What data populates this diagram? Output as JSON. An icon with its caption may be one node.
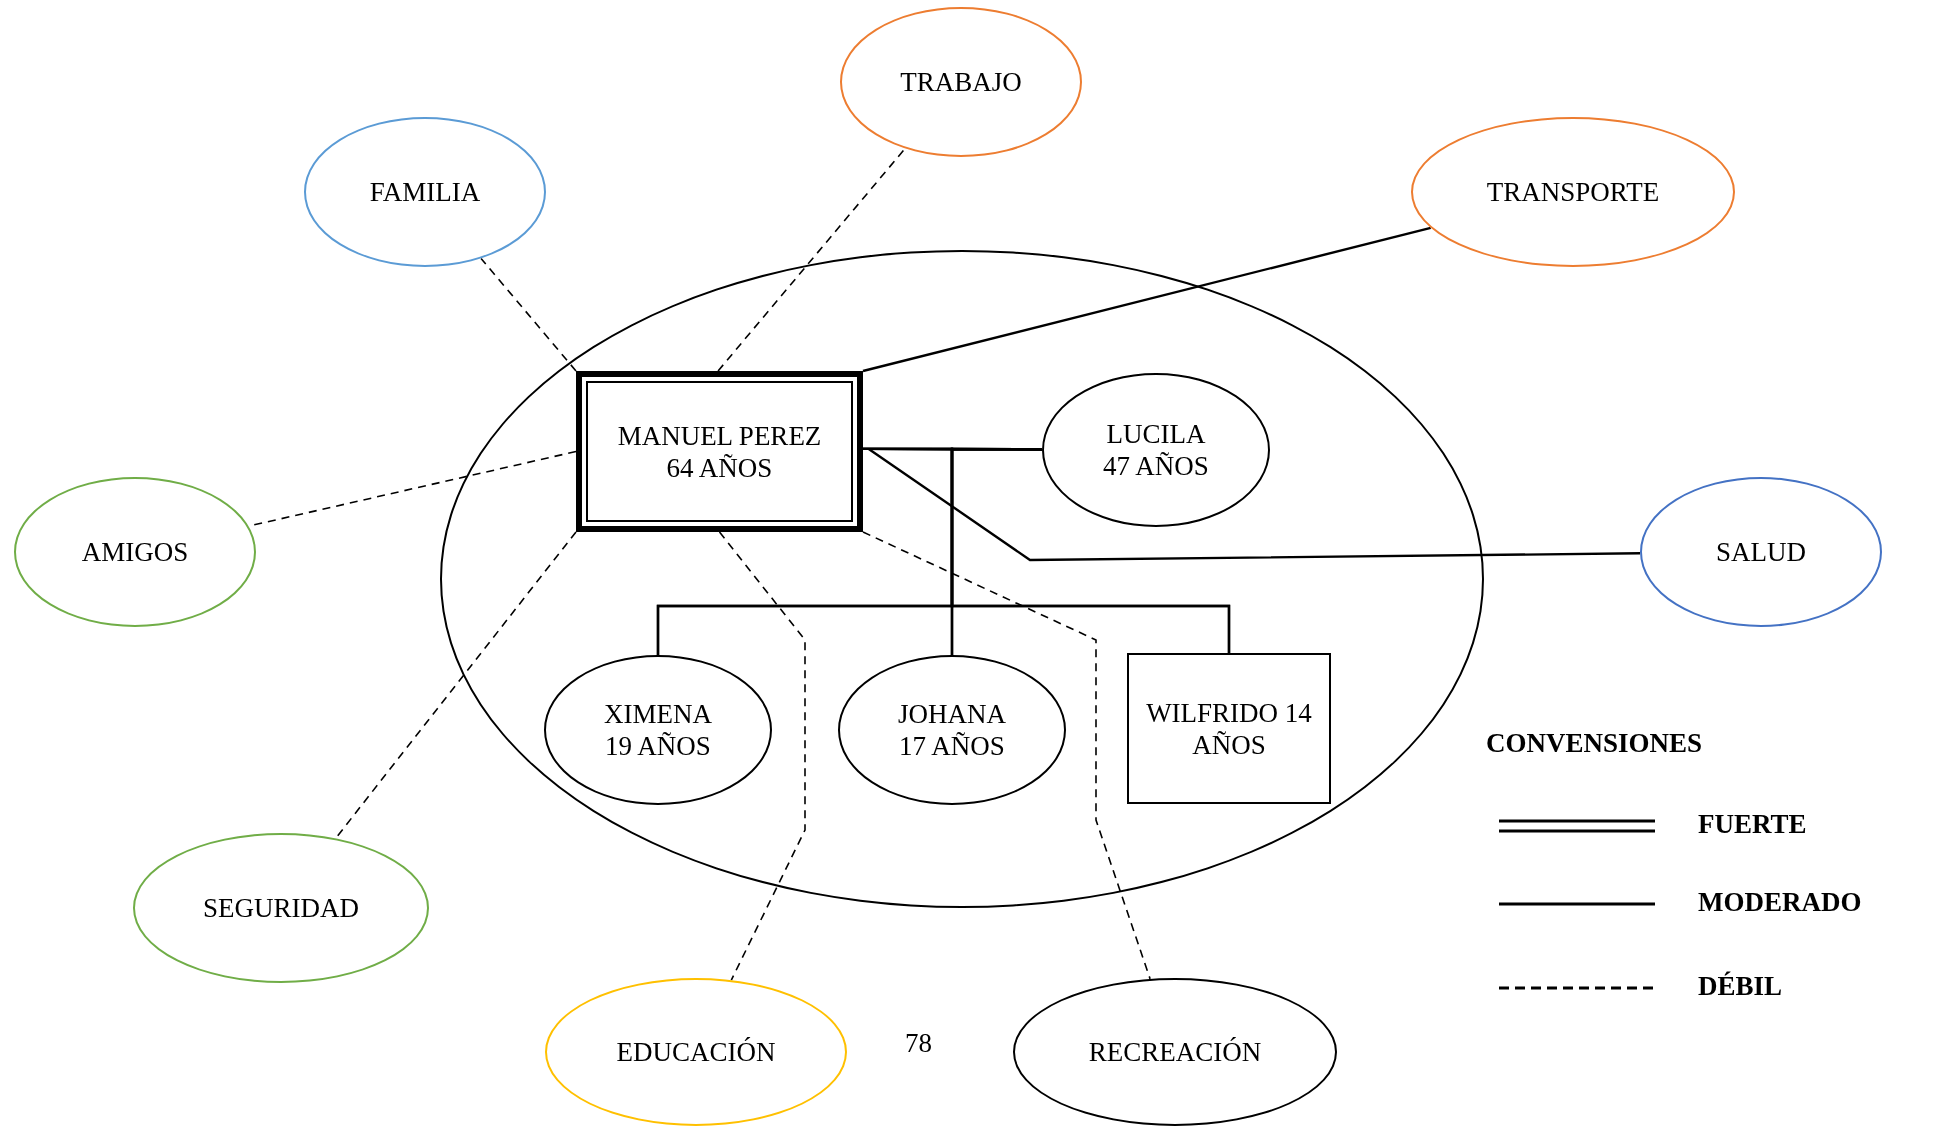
{
  "diagram": {
    "nodes": [
      {
        "text": [],
        "shape": "ellipse"
      },
      {
        "text": [
          "MANUEL PEREZ 64 AÑOS"
        ],
        "in": 0
      },
      {
        "text": [
          "LUCILA 47 AÑOS"
        ],
        "in": 0
      },
      {
        "text": [
          "XIMENA 19 AÑOS"
        ],
        "in": 0
      },
      {
        "text": [
          "JOHANA 17 AÑOS"
        ],
        "in": 0
      },
      {
        "text": [
          "WILFRIDO 14 AÑOS"
        ],
        "in": 0
      },
      {
        "text": [
          "TRABAJO"
        ]
      },
      {
        "text": [
          "FAMILIA"
        ]
      },
      {
        "text": [
          "TRANSPORTE"
        ]
      },
      {
        "text": [
          "AMIGOS"
        ]
      },
      {
        "text": [
          "SALUD"
        ]
      },
      {
        "text": [
          "SEGURIDAD"
        ]
      },
      {
        "text": [
          "EDUCACIÓN"
        ]
      },
      {
        "text": [
          "RECREACIÓN"
        ]
      }
    ],
    "edges": [
      {
        "from": 1,
        "to": 2,
        "arrow": "none"
      },
      {
        "from": 1,
        "to": 3,
        "arrow": "none"
      },
      {
        "from": 1,
        "to": 4,
        "arrow": "none"
      },
      {
        "from": 1,
        "to": 5,
        "arrow": "none"
      },
      {
        "from": 2,
        "to": 3,
        "arrow": "none"
      },
      {
        "from": 2,
        "to": 4,
        "arrow": "none"
      },
      {
        "from": 2,
        "to": 5,
        "arrow": "none"
      },
      {
        "from": 1,
        "to": 6,
        "arrow": "none",
        "style": "dashed"
      },
      {
        "from": 1,
        "to": 7,
        "arrow": "none",
        "style": "dashed"
      },
      {
        "from": 1,
        "to": 8,
        "arrow": "none"
      },
      {
        "from": 1,
        "to": 9,
        "arrow": "none",
        "style": "dashed"
      },
      {
        "from": 1,
        "to": 10,
        "arrow": "none"
      },
      {
        "from": 1,
        "to": 11,
        "arrow": "none",
        "style": "dashed"
      },
      {
        "from": 1,
        "to": 12,
        "arrow": "none",
        "style": "dashed"
      },
      {
        "from": 1,
        "to": 13,
        "arrow": "none",
        "style": "dashed"
      }
    ],
    "labels": [
      "CONVENSIONES",
      "78"
    ],
    "legend": [
      {
        "text": "FUERTE"
      },
      {
        "text": "MODERADO"
      },
      {
        "text": "DÉBIL"
      }
    ]
  }
}
